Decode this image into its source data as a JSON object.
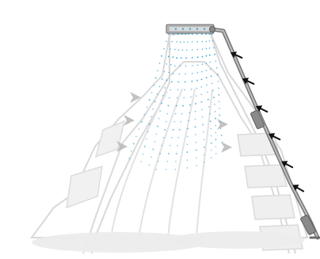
{
  "illustration": {
    "subject": "inflatable-slide-with-water-spray",
    "icons": {
      "slide": "inflatable-slide-icon",
      "spray_bar": "spray-bar-icon",
      "pipe": "water-pipe-icon",
      "flow": "flow-arrow-icon"
    },
    "colors": {
      "slide_outline": "#d7d7d7",
      "slide_fill": "#ffffff",
      "slide_shadow": "#ececec",
      "pipe": "#8c8c8c",
      "pipe_dark": "#5b5b5b",
      "spray": "#3aa7d8",
      "arrow": "#111111",
      "sprayer_body": "#a8a8a8"
    },
    "flow_arrow_count": 6,
    "spray_stream_count": 12
  }
}
